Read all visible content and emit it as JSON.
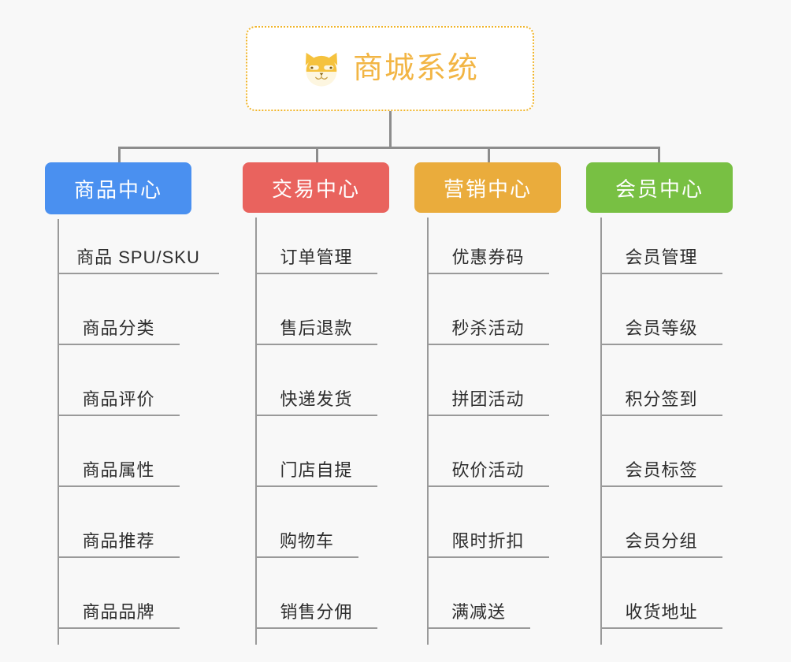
{
  "page": {
    "background_color": "#f8f8f8",
    "line_color": "#8d8d8d",
    "item_line_color": "#9a9a9a",
    "item_text_color": "#2d2d2d"
  },
  "root": {
    "title": "商城系统",
    "icon": "shiba-dog-icon",
    "text_color": "#f2b544",
    "border_color": "#f0b429",
    "background_color": "#ffffff"
  },
  "columns": [
    {
      "header": "商品中心",
      "color": "#4a90f0",
      "items": [
        "商品 SPU/SKU",
        "商品分类",
        "商品评价",
        "商品属性",
        "商品推荐",
        "商品品牌"
      ]
    },
    {
      "header": "交易中心",
      "color": "#e9635e",
      "items": [
        "订单管理",
        "售后退款",
        "快递发货",
        "门店自提",
        "购物车",
        "销售分佣"
      ]
    },
    {
      "header": "营销中心",
      "color": "#eaac3c",
      "items": [
        "优惠券码",
        "秒杀活动",
        "拼团活动",
        "砍价活动",
        "限时折扣",
        "满减送"
      ]
    },
    {
      "header": "会员中心",
      "color": "#78c043",
      "items": [
        "会员管理",
        "会员等级",
        "积分签到",
        "会员标签",
        "会员分组",
        "收货地址"
      ]
    }
  ]
}
